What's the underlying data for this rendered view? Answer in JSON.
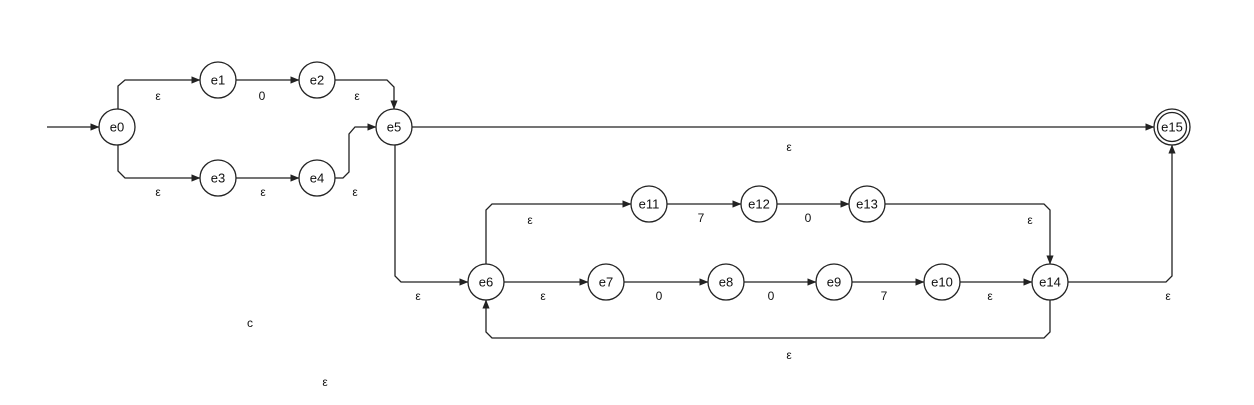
{
  "diagram": {
    "type": "nfa",
    "start_state": "e0",
    "accept_states": [
      "e15"
    ],
    "states": [
      "e0",
      "e1",
      "e2",
      "e3",
      "e4",
      "e5",
      "e6",
      "e7",
      "e8",
      "e9",
      "e10",
      "e11",
      "e12",
      "e13",
      "e14",
      "e15"
    ],
    "transitions": [
      {
        "from": "e0",
        "to": "e1",
        "label": "ε"
      },
      {
        "from": "e1",
        "to": "e2",
        "label": "0"
      },
      {
        "from": "e2",
        "to": "e5",
        "label": "ε"
      },
      {
        "from": "e0",
        "to": "e3",
        "label": "ε"
      },
      {
        "from": "e3",
        "to": "e4",
        "label": "ε"
      },
      {
        "from": "e4",
        "to": "e5",
        "label": "ε"
      },
      {
        "from": "e5",
        "to": "e15",
        "label": "ε"
      },
      {
        "from": "e5",
        "to": "e6",
        "label": "ε"
      },
      {
        "from": "e6",
        "to": "e11",
        "label": "ε"
      },
      {
        "from": "e11",
        "to": "e12",
        "label": "7"
      },
      {
        "from": "e12",
        "to": "e13",
        "label": "0"
      },
      {
        "from": "e13",
        "to": "e14",
        "label": "ε"
      },
      {
        "from": "e6",
        "to": "e7",
        "label": "ε"
      },
      {
        "from": "e7",
        "to": "e8",
        "label": "0"
      },
      {
        "from": "e8",
        "to": "e9",
        "label": "0"
      },
      {
        "from": "e9",
        "to": "e10",
        "label": "7"
      },
      {
        "from": "e10",
        "to": "e14",
        "label": "ε"
      },
      {
        "from": "e14",
        "to": "e6",
        "label": "ε"
      },
      {
        "from": "e14",
        "to": "e15",
        "label": "ε"
      }
    ],
    "stray_labels": [
      "c",
      "ε"
    ]
  }
}
